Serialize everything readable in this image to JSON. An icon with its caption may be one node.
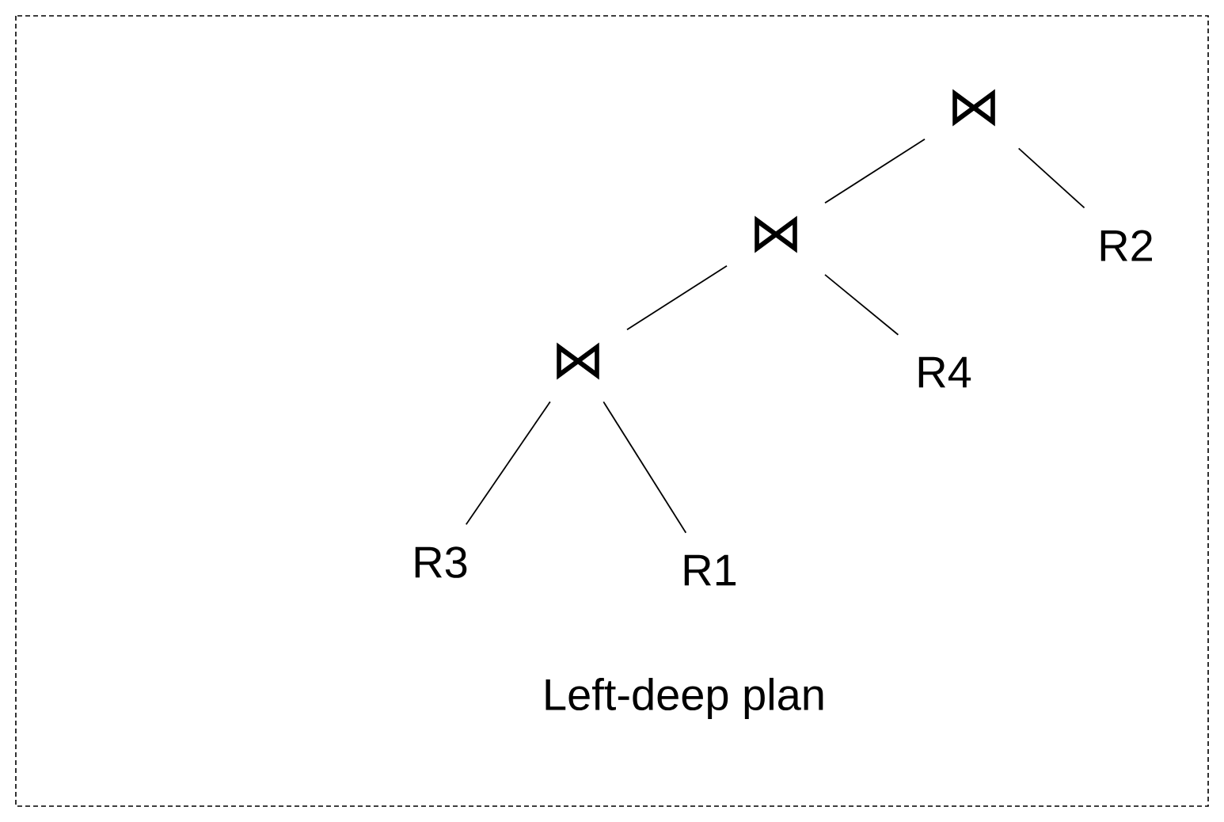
{
  "diagram": {
    "caption": "Left-deep plan",
    "nodes": [
      {
        "text": [
          "⋈"
        ]
      },
      {
        "text": [
          "⋈"
        ]
      },
      {
        "text": [
          "R2"
        ]
      },
      {
        "text": [
          "⋈"
        ]
      },
      {
        "text": [
          "R4"
        ]
      },
      {
        "text": [
          "R3"
        ]
      },
      {
        "text": [
          "R1"
        ]
      }
    ],
    "edges": [
      {
        "from": 0,
        "to": 1,
        "arrow": "none"
      },
      {
        "from": 0,
        "to": 2,
        "arrow": "none"
      },
      {
        "from": 1,
        "to": 3,
        "arrow": "none"
      },
      {
        "from": 1,
        "to": 4,
        "arrow": "none"
      },
      {
        "from": 3,
        "to": 5,
        "arrow": "none"
      },
      {
        "from": 3,
        "to": 6,
        "arrow": "none"
      }
    ]
  }
}
